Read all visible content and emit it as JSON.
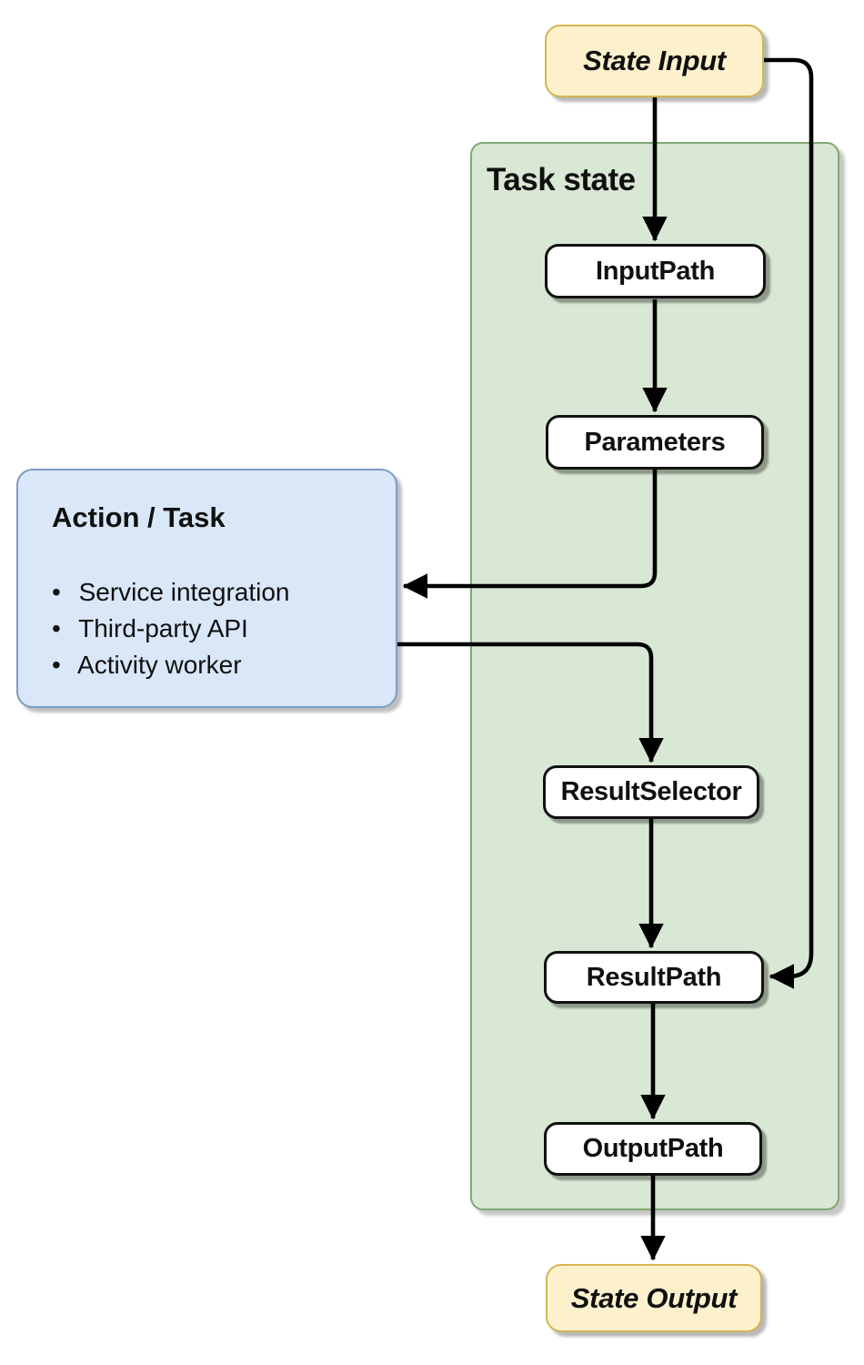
{
  "diagram": {
    "nodes": {
      "state_input": {
        "label": "State Input"
      },
      "task_state": {
        "label": "Task state"
      },
      "input_path": {
        "label": "InputPath"
      },
      "parameters": {
        "label": "Parameters"
      },
      "action_task": {
        "title": "Action / Task",
        "items": [
          "Service integration",
          "Third-party API",
          "Activity worker"
        ]
      },
      "result_selector": {
        "label": "ResultSelector"
      },
      "result_path": {
        "label": "ResultPath"
      },
      "output_path": {
        "label": "OutputPath"
      },
      "state_output": {
        "label": "State Output"
      }
    },
    "colors": {
      "terminal_fill": "#FCF1CC",
      "terminal_border": "#D4B455",
      "container_fill": "#D9E8D4",
      "container_border": "#7FA971",
      "action_fill": "#D9E7F9",
      "action_border": "#7D9CC4",
      "step_fill": "#FFFFFF",
      "step_border": "#111111",
      "arrow_color": "#000000",
      "text_color": "#101010"
    }
  }
}
